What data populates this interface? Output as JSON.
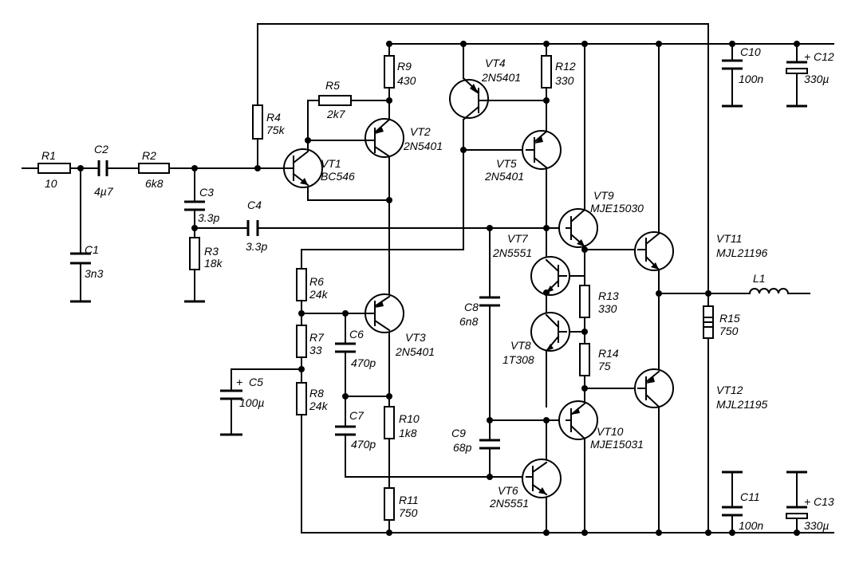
{
  "components": {
    "R1": {
      "ref": "R1",
      "value": "10"
    },
    "R2": {
      "ref": "R2",
      "value": "6k8"
    },
    "R3": {
      "ref": "R3",
      "value": "18k"
    },
    "R4": {
      "ref": "R4",
      "value": "75k"
    },
    "R5": {
      "ref": "R5",
      "value": "2k7"
    },
    "R6": {
      "ref": "R6",
      "value": "24k"
    },
    "R7": {
      "ref": "R7",
      "value": "33"
    },
    "R8": {
      "ref": "R8",
      "value": "24k"
    },
    "R9": {
      "ref": "R9",
      "value": "430"
    },
    "R10": {
      "ref": "R10",
      "value": "1k8"
    },
    "R11": {
      "ref": "R11",
      "value": "750"
    },
    "R12": {
      "ref": "R12",
      "value": "330"
    },
    "R13": {
      "ref": "R13",
      "value": "330"
    },
    "R14": {
      "ref": "R14",
      "value": "75"
    },
    "R15": {
      "ref": "R15",
      "value": "750"
    },
    "C1": {
      "ref": "C1",
      "value": "3n3"
    },
    "C2": {
      "ref": "C2",
      "value": "4µ7"
    },
    "C3": {
      "ref": "C3",
      "value": "3.3p"
    },
    "C4": {
      "ref": "C4",
      "value": "3.3p"
    },
    "C5": {
      "ref": "C5",
      "value": "100µ"
    },
    "C6": {
      "ref": "C6",
      "value": "470p"
    },
    "C7": {
      "ref": "C7",
      "value": "470p"
    },
    "C8": {
      "ref": "C8",
      "value": "6n8"
    },
    "C9": {
      "ref": "C9",
      "value": "68p"
    },
    "C10": {
      "ref": "C10",
      "value": "100n"
    },
    "C11": {
      "ref": "C11",
      "value": "100n"
    },
    "C12": {
      "ref": "C12",
      "value": "330µ"
    },
    "C13": {
      "ref": "C13",
      "value": "330µ"
    },
    "L1": {
      "ref": "L1"
    },
    "VT1": {
      "ref": "VT1",
      "part": "BC546"
    },
    "VT2": {
      "ref": "VT2",
      "part": "2N5401"
    },
    "VT3": {
      "ref": "VT3",
      "part": "2N5401"
    },
    "VT4": {
      "ref": "VT4",
      "part": "2N5401"
    },
    "VT5": {
      "ref": "VT5",
      "part": "2N5401"
    },
    "VT6": {
      "ref": "VT6",
      "part": "2N5551"
    },
    "VT7": {
      "ref": "VT7",
      "part": "2N5551"
    },
    "VT8": {
      "ref": "VT8",
      "part": "1T308"
    },
    "VT9": {
      "ref": "VT9",
      "part": "MJE15030"
    },
    "VT10": {
      "ref": "VT10",
      "part": "MJE15031"
    },
    "VT11": {
      "ref": "VT11",
      "part": "MJL21196"
    },
    "VT12": {
      "ref": "VT12",
      "part": "MJL21195"
    }
  },
  "polarity": {
    "plus": "+"
  }
}
